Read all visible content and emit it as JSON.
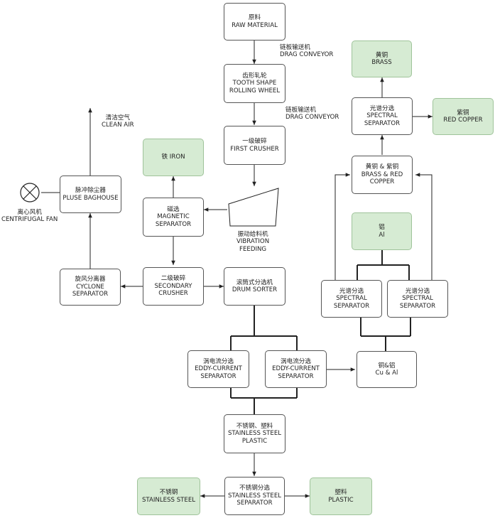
{
  "nodes": {
    "raw": [
      "原料",
      "RAW MATERIAL"
    ],
    "tooth": [
      "齿形轧轮",
      "TOOTH SHAPE",
      "ROLLING WHEEL"
    ],
    "first": [
      "一级破碎",
      "FIRST CRUSHER"
    ],
    "iron": [
      "铁 IRON"
    ],
    "magnetic": [
      "磁选",
      "MAGNETIC",
      "SEPARATOR"
    ],
    "baghouse": [
      "脉冲除尘器",
      "PLUSE BAGHOUSE"
    ],
    "cyclone": [
      "旋风分离器",
      "CYCLONE",
      "SEPARATOR"
    ],
    "secondary": [
      "二级破碎",
      "SECONDARY",
      "CRUSHER"
    ],
    "drum": [
      "滚筒式分选机",
      "DRUM SORTER"
    ],
    "eddy1": [
      "涡电流分选",
      "EDDY-CURRENT",
      "SEPARATOR"
    ],
    "eddy2": [
      "涡电流分选",
      "EDDY-CURRENT",
      "SEPARATOR"
    ],
    "cual": [
      "铜&铝",
      "Cu & Al"
    ],
    "ssplastic": [
      "不锈钢、塑料",
      "STAINLESS STEEL",
      "PLASTIC"
    ],
    "sssep": [
      "不锈钢分选",
      "STAINLESS STEEL",
      "SEPARATOR"
    ],
    "ss": [
      "不锈钢",
      "STAINLESS STEEL"
    ],
    "plastic": [
      "塑料",
      "PLASTIC"
    ],
    "brass": [
      "黄铜",
      "BRASS"
    ],
    "spectral_top": [
      "光谱分选",
      "SPECTRAL",
      "SEPARATOR"
    ],
    "redcopper": [
      "紫铜",
      "RED COPPER"
    ],
    "brassred": [
      "黄铜 & 紫铜",
      "BRASS & RED",
      "COPPER"
    ],
    "al": [
      "铝",
      "Al"
    ],
    "spectral_l": [
      "光谱分选",
      "SPECTRAL",
      "SEPARATOR"
    ],
    "spectral_r": [
      "光谱分选",
      "SPECTRAL",
      "SEPARATOR"
    ]
  },
  "labels": {
    "drag1": [
      "链板输送机",
      "DRAG CONVEYOR"
    ],
    "drag2": [
      "链板输送机",
      "DRAG CONVEYOR"
    ],
    "cleanair": [
      "清洁空气",
      "CLEAN AIR"
    ],
    "fan": [
      "离心风机",
      "CENTRIFUGAL FAN"
    ],
    "vibration": [
      "振动给料机",
      "VIBRATION",
      "FEEDING"
    ]
  }
}
